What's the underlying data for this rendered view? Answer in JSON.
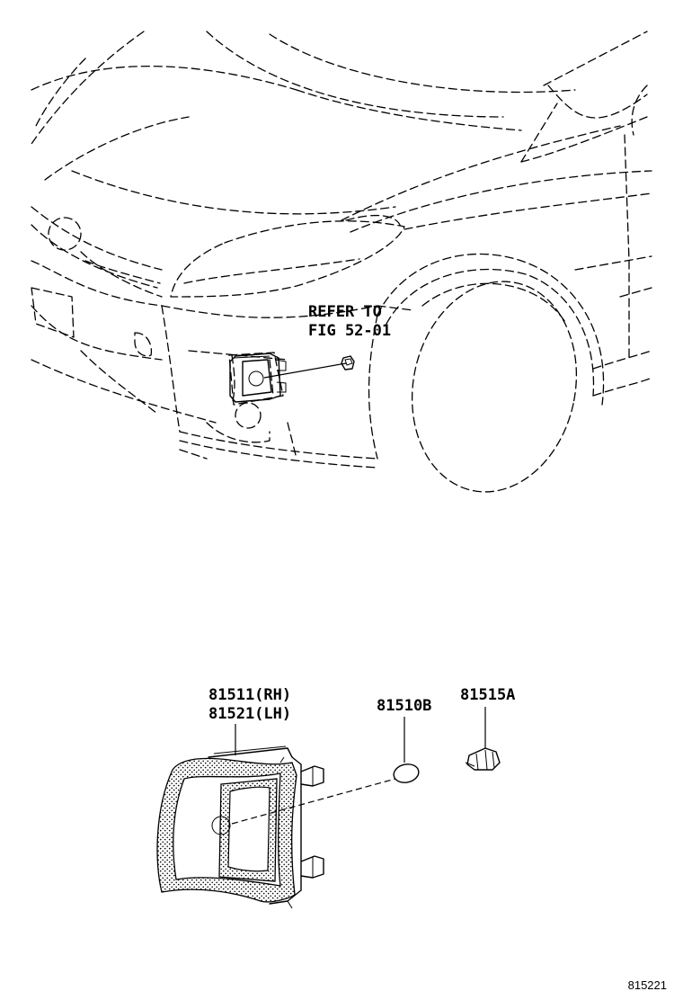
{
  "refer": {
    "line1": "REFER TO",
    "line2": "FIG 52-01"
  },
  "parts": {
    "lamp_rh": "81511(RH)",
    "lamp_lh": "81521(LH)",
    "bulb": "81510B",
    "socket": "81515A"
  },
  "figure_id": "815221"
}
